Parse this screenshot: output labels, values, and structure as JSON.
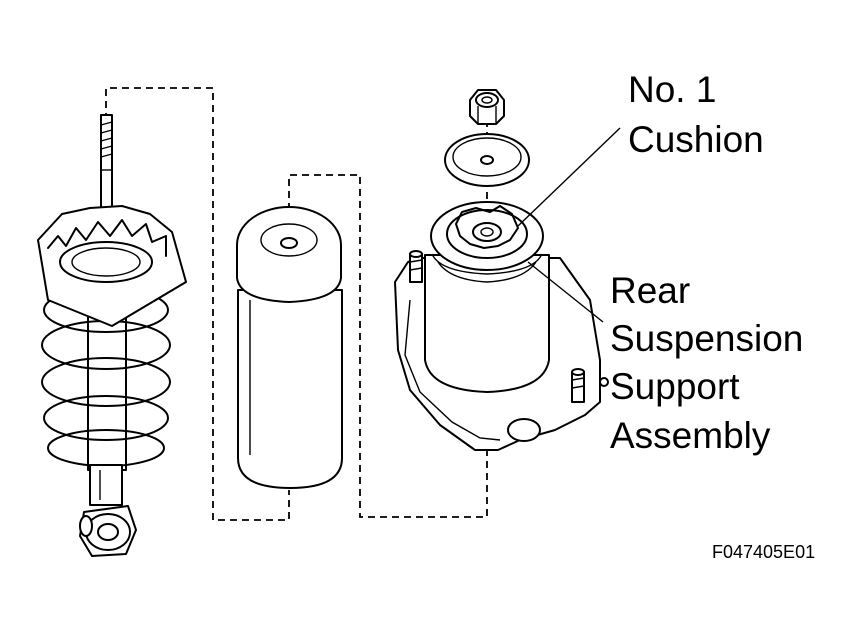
{
  "labels": {
    "cushion_line1": "No. 1",
    "cushion_line2": "Cushion",
    "support_line1": "Rear",
    "support_line2": "Suspension",
    "support_line3": "Support",
    "support_line4": "Assembly"
  },
  "figure_code": "F047405E01"
}
